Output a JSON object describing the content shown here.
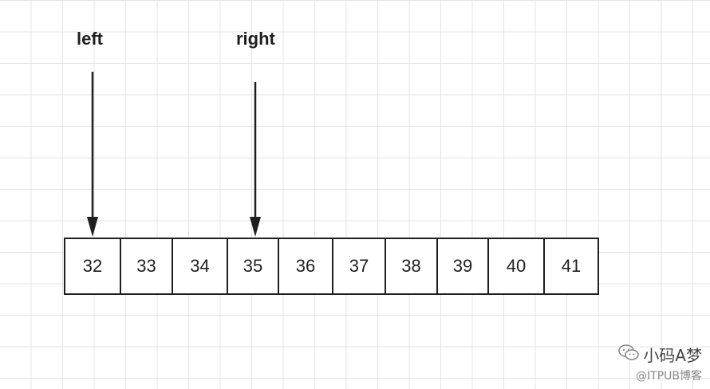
{
  "pointers": {
    "left": "left",
    "right": "right"
  },
  "array": {
    "values": [
      "32",
      "33",
      "34",
      "35",
      "36",
      "37",
      "38",
      "39",
      "40",
      "41"
    ],
    "left_index": 0,
    "right_index": 3
  },
  "watermark": {
    "name": "小码A梦",
    "source": "@ITPUB博客",
    "icon": "wechat-icon"
  },
  "colors": {
    "stroke": "#1f1f1f",
    "grid": "#e4e4e4"
  }
}
